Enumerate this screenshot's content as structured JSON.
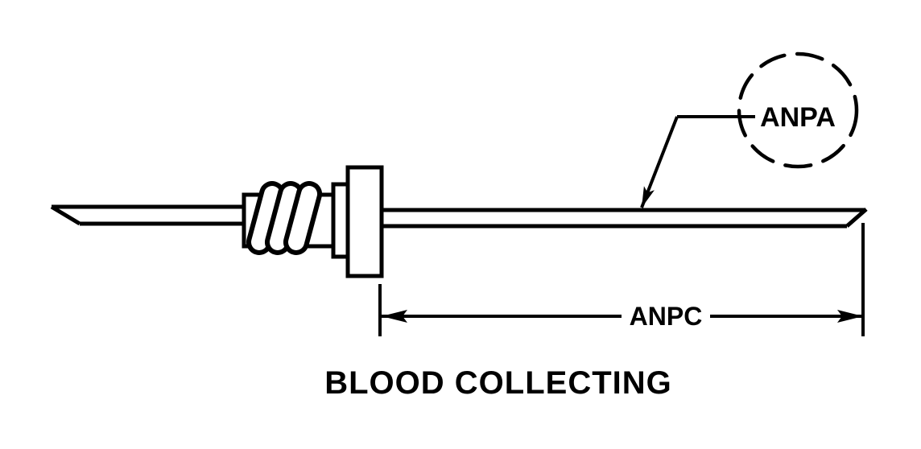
{
  "diagram": {
    "title": "BLOOD COLLECTING",
    "callout": {
      "label": "ANPA"
    },
    "dimension": {
      "label": "ANPC"
    },
    "colors": {
      "line": "#000000",
      "background": "#ffffff"
    }
  }
}
